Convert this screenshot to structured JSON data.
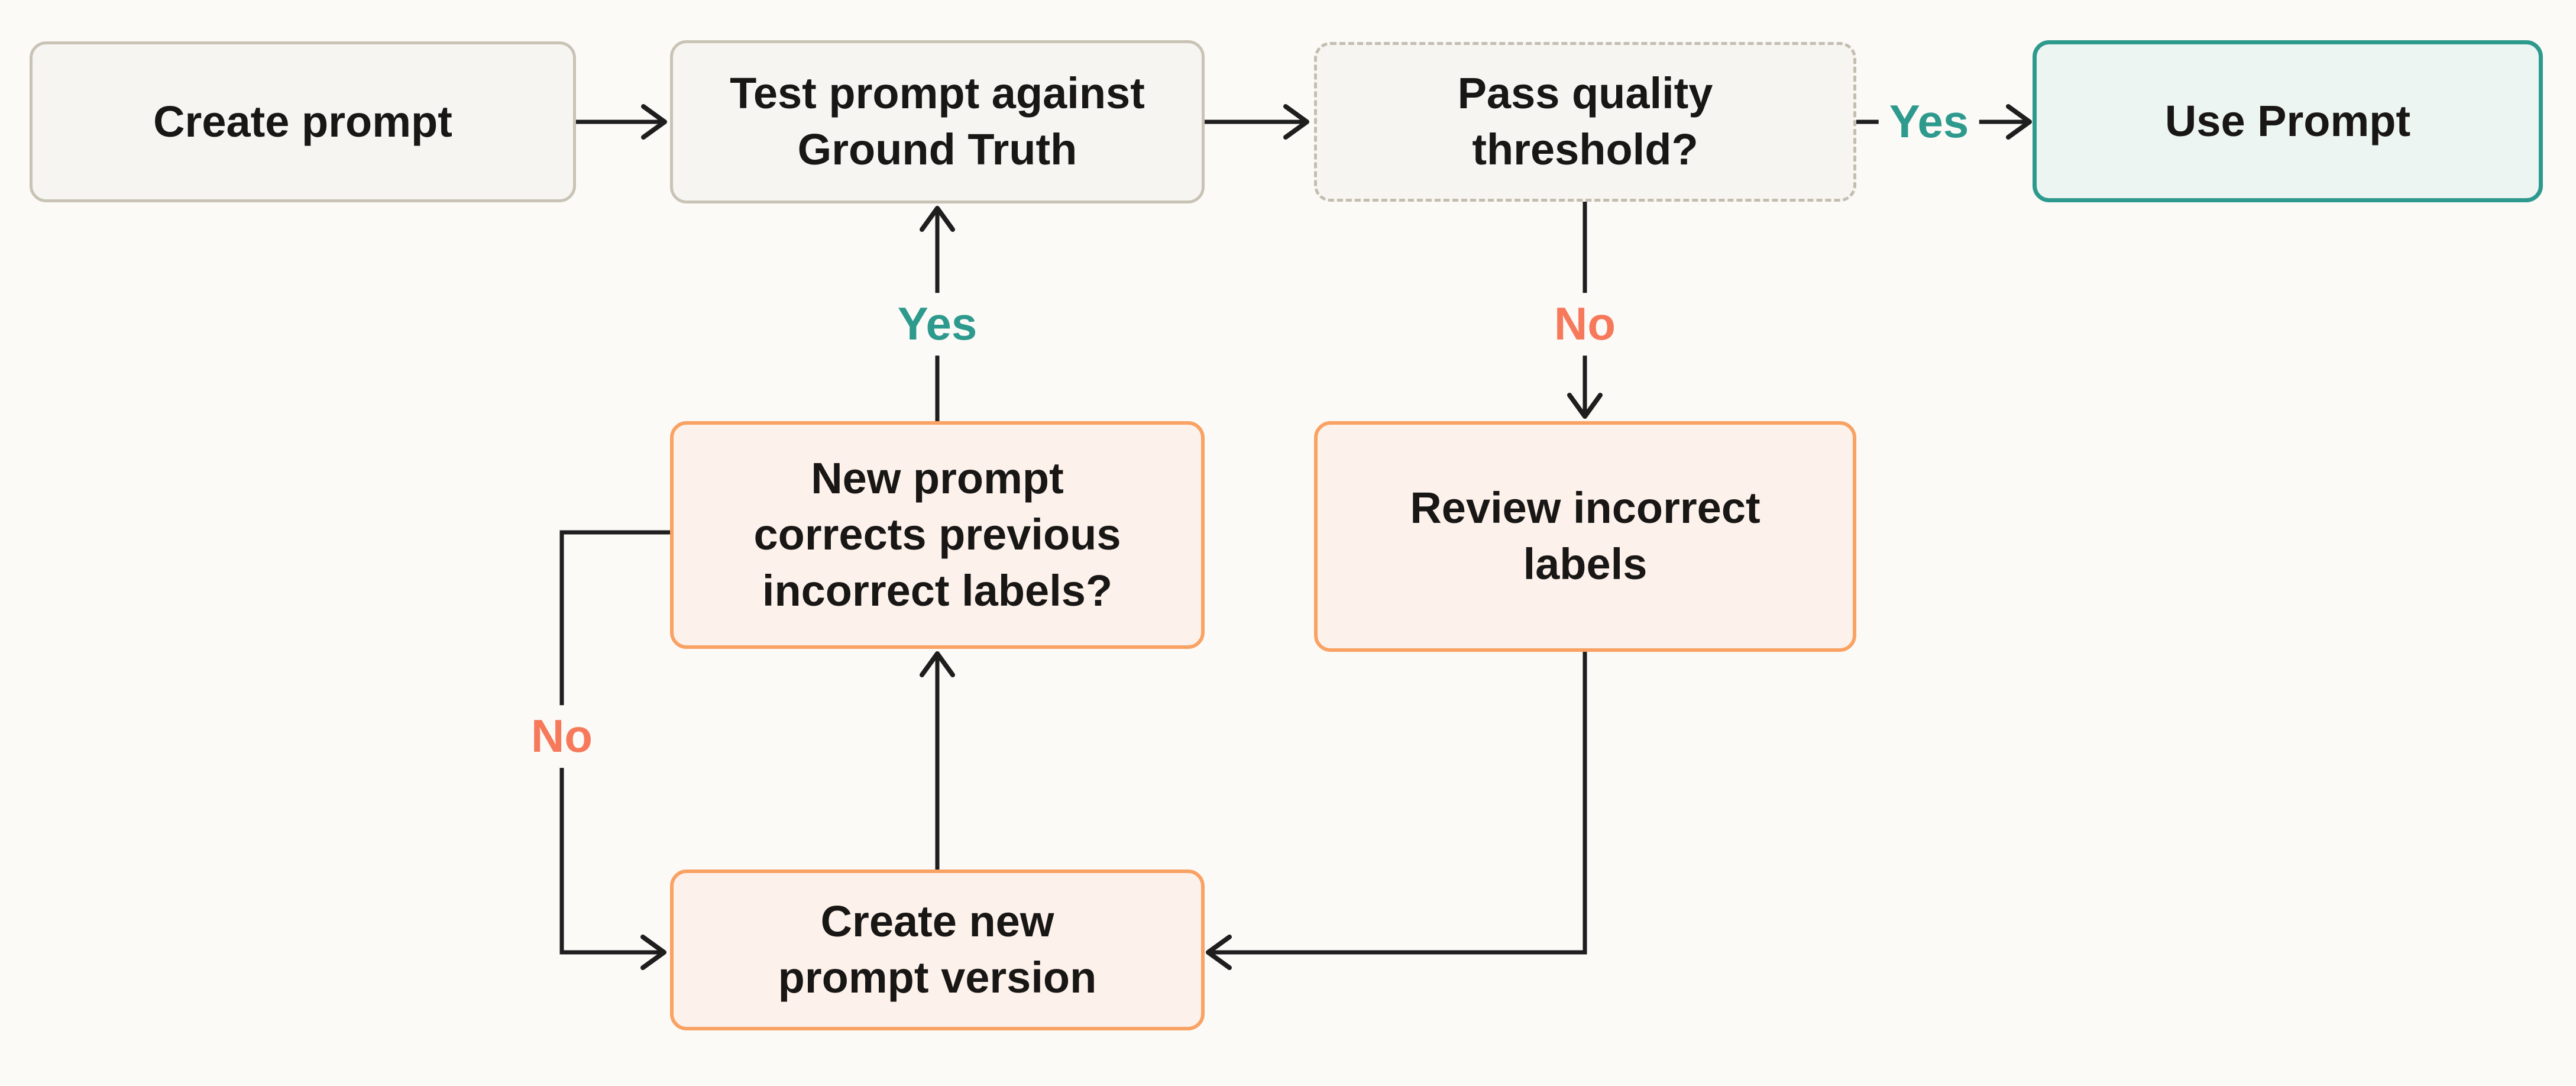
{
  "colors": {
    "bg": "#FBFAF7",
    "line": "#1E1E1E",
    "teal": "#2E9A8D",
    "teal-fill": "#EDF5F3",
    "coral": "#F7795B",
    "orange": "#F9A263",
    "orange-fill": "#FDF2EB",
    "neutral-border": "#C9C3B6",
    "neutral-fill": "#F6F5F1",
    "dashed-border": "#C4BEB1",
    "ink": "#191715"
  },
  "diagram": {
    "title": "Prompt iteration flowchart",
    "nodes": [
      {
        "id": "create-prompt",
        "label": "Create prompt",
        "variant": "neutral"
      },
      {
        "id": "test-prompt",
        "label": "Test prompt against\nGround Truth",
        "variant": "neutral"
      },
      {
        "id": "pass-quality",
        "label": "Pass quality\nthreshold?",
        "variant": "decision-dashed"
      },
      {
        "id": "use-prompt",
        "label": "Use Prompt",
        "variant": "teal"
      },
      {
        "id": "new-prompt-corrects",
        "label": "New prompt\ncorrects previous\nincorrect labels?",
        "variant": "orange"
      },
      {
        "id": "review-labels",
        "label": "Review incorrect\nlabels",
        "variant": "orange"
      },
      {
        "id": "create-new-version",
        "label": "Create new\nprompt version",
        "variant": "orange"
      }
    ],
    "edges": [
      {
        "from": "create-prompt",
        "to": "test-prompt",
        "label": ""
      },
      {
        "from": "test-prompt",
        "to": "pass-quality",
        "label": ""
      },
      {
        "from": "pass-quality",
        "to": "use-prompt",
        "label": "Yes"
      },
      {
        "from": "pass-quality",
        "to": "review-labels",
        "label": "No"
      },
      {
        "from": "review-labels",
        "to": "create-new-version",
        "label": ""
      },
      {
        "from": "create-new-version",
        "to": "new-prompt-corrects",
        "label": ""
      },
      {
        "from": "new-prompt-corrects",
        "to": "test-prompt",
        "label": "Yes"
      },
      {
        "from": "new-prompt-corrects",
        "to": "create-new-version",
        "label": "No"
      }
    ]
  }
}
